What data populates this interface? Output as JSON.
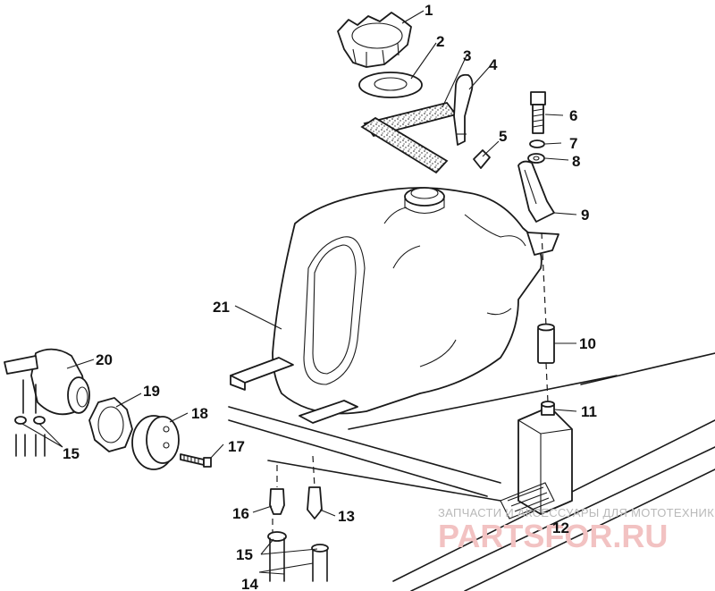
{
  "callouts": {
    "c1": "1",
    "c2": "2",
    "c3": "3",
    "c4": "4",
    "c5": "5",
    "c6": "6",
    "c7": "7",
    "c8": "8",
    "c9": "9",
    "c10": "10",
    "c11": "11",
    "c12": "12",
    "c13": "13",
    "c14": "14",
    "c15a": "15",
    "c15b": "15",
    "c16": "16",
    "c17": "17",
    "c18": "18",
    "c19": "19",
    "c20": "20",
    "c21": "21"
  },
  "watermark": {
    "caption": "ЗАПЧАСТИ И АКСЕССУАРЫ ДЛЯ МОТОТЕХНИКИ",
    "logo": "PARTSFOR.RU"
  },
  "colors": {
    "line": "#1a1a1a",
    "background": "#ffffff",
    "watermark_logo": "#f2c2c2",
    "watermark_text": "#b9b9b9"
  }
}
